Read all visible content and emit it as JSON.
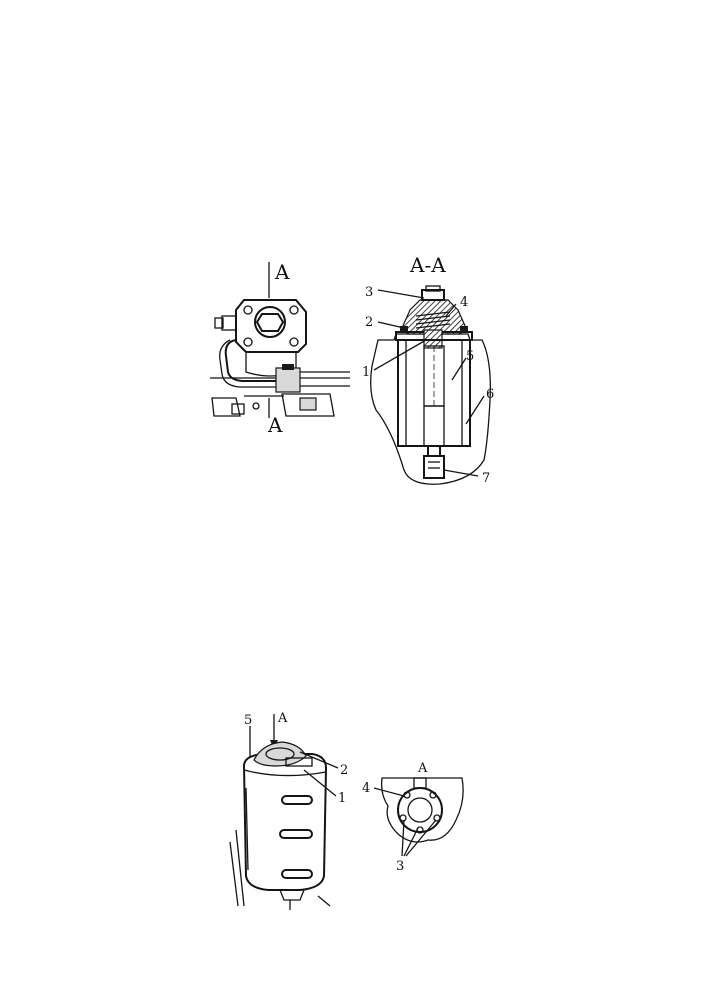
{
  "figure_top": {
    "side_view": {
      "section_mark_top": "A",
      "section_mark_bottom": "A"
    },
    "section_view": {
      "title": "A-A",
      "callouts": [
        "1",
        "2",
        "3",
        "4",
        "5",
        "6",
        "7"
      ]
    }
  },
  "figure_bottom": {
    "tank_view": {
      "view_arrow_label": "A",
      "callouts": [
        "5",
        "2",
        "1"
      ]
    },
    "detail_view": {
      "view_label": "A",
      "callouts": [
        "4",
        "3"
      ]
    }
  }
}
